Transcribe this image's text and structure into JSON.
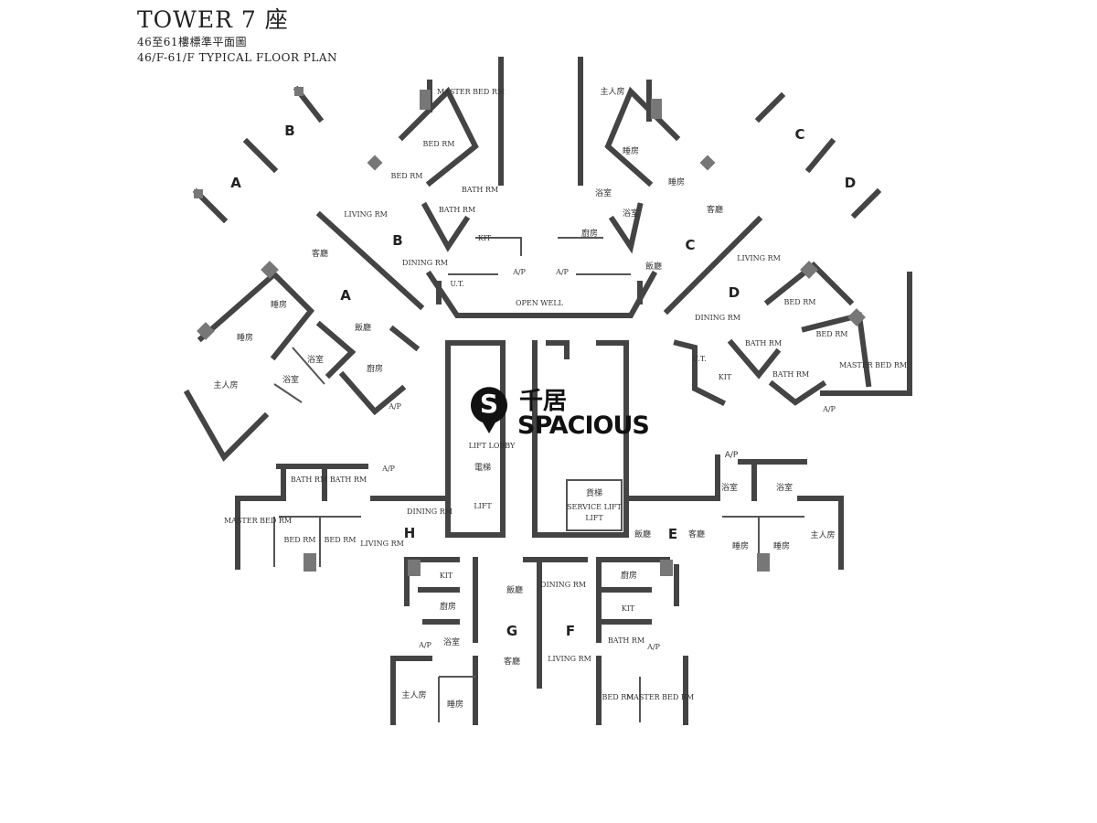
{
  "header": {
    "title": "TOWER 7 座",
    "subtitle_cn": "46至61樓標準平面圖",
    "subtitle_en": "46/F-61/F TYPICAL FLOOR PLAN"
  },
  "units": [
    "A",
    "B",
    "C",
    "D",
    "E",
    "F",
    "G",
    "H"
  ],
  "rooms": {
    "master_bed": "MASTER BED RM",
    "bed": "BED RM",
    "bath": "BATH RM",
    "living": "LIVING RM",
    "dining": "DINING RM",
    "kit": "KIT",
    "ut": "U.T.",
    "ap": "A/P",
    "open_well": "OPEN WELL",
    "lift": "LIFT",
    "lift_lobby": "LIFT LOBBY",
    "service_lift": "SERVICE LIFT",
    "master_bed_cn": "主人房",
    "bed_cn": "睡房",
    "bath_cn": "浴室",
    "living_cn": "客廳",
    "dining_cn": "飯廳",
    "kit_cn": "廚房",
    "lift_cn": "電梯",
    "service_lift_cn": "貨梯"
  },
  "logo": {
    "cn": "千居",
    "en": "SPACIOUS",
    "mark": "S"
  },
  "colors": {
    "wall": "#444444",
    "hatch": "#777777",
    "logo": "#111111"
  }
}
